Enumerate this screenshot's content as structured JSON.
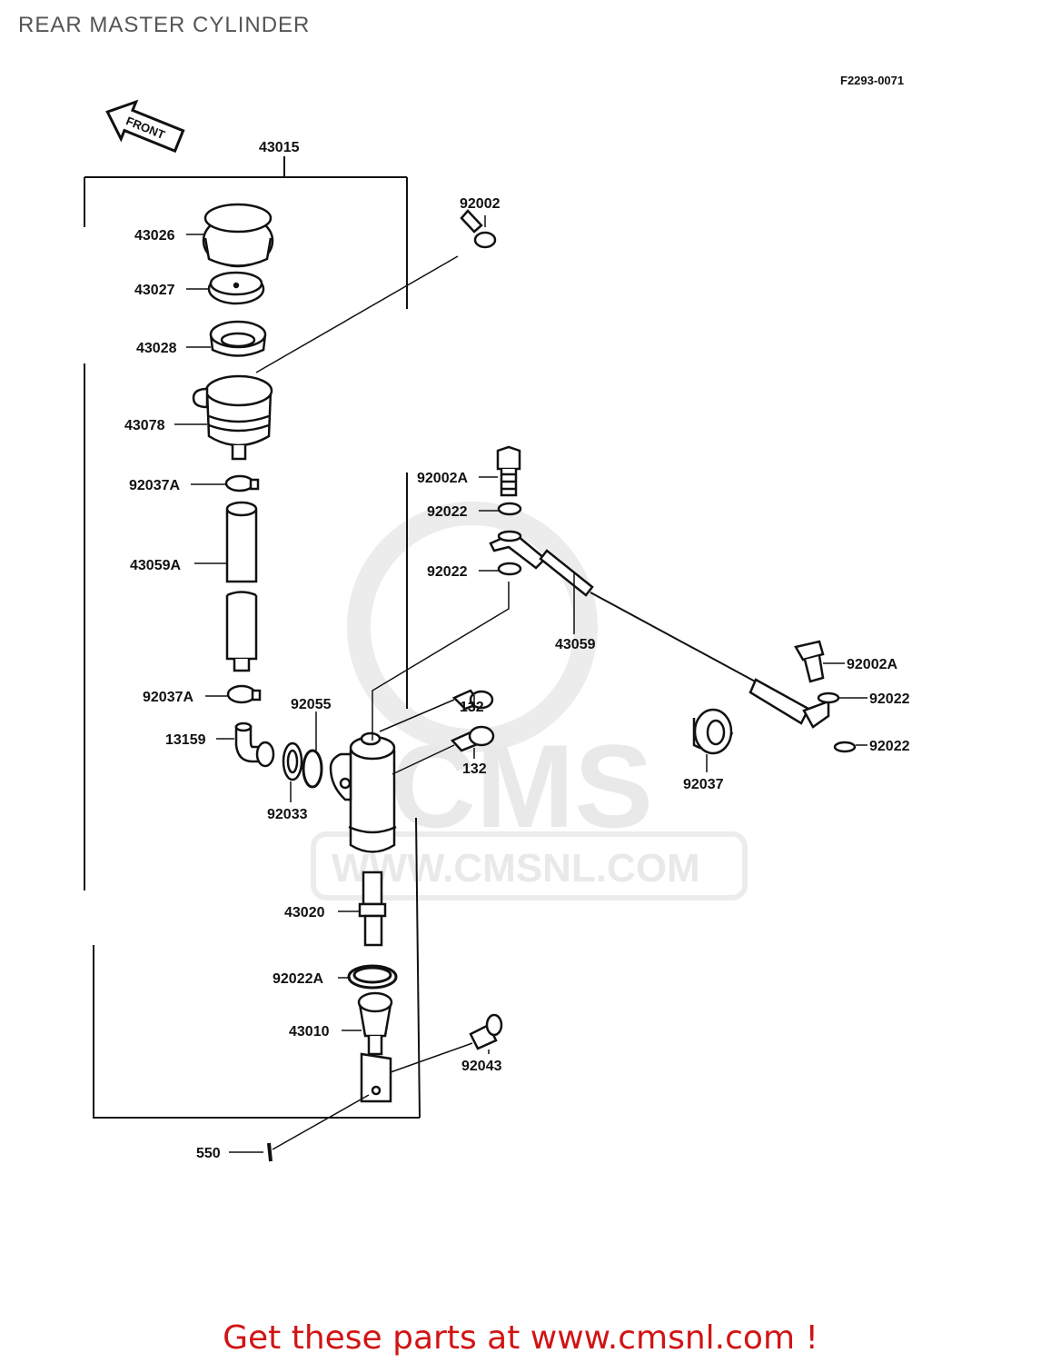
{
  "title": "REAR MASTER CYLINDER",
  "figure_code": "F2293-0071",
  "front_arrow": "FRONT",
  "watermark": {
    "brand": "CMS",
    "url": "WWW.CMSNL.COM"
  },
  "labels": {
    "p43015": "43015",
    "p43026": "43026",
    "p43027": "43027",
    "p43028": "43028",
    "p43078": "43078",
    "p92037A_top": "92037A",
    "p43059A": "43059A",
    "p92037A_bottom": "92037A",
    "p13159": "13159",
    "p92055": "92055",
    "p92033": "92033",
    "p92002": "92002",
    "p92002A_left": "92002A",
    "p92022_a": "92022",
    "p92022_b": "92022",
    "p43059": "43059",
    "p132_top": "132",
    "p132_bottom": "132",
    "p92002A_right": "92002A",
    "p92022_c": "92022",
    "p92022_d": "92022",
    "p92037": "92037",
    "p43020": "43020",
    "p92022A": "92022A",
    "p43010": "43010",
    "p92043": "92043",
    "p550": "550"
  },
  "footer": "Get these parts at www.cmsnl.com !"
}
